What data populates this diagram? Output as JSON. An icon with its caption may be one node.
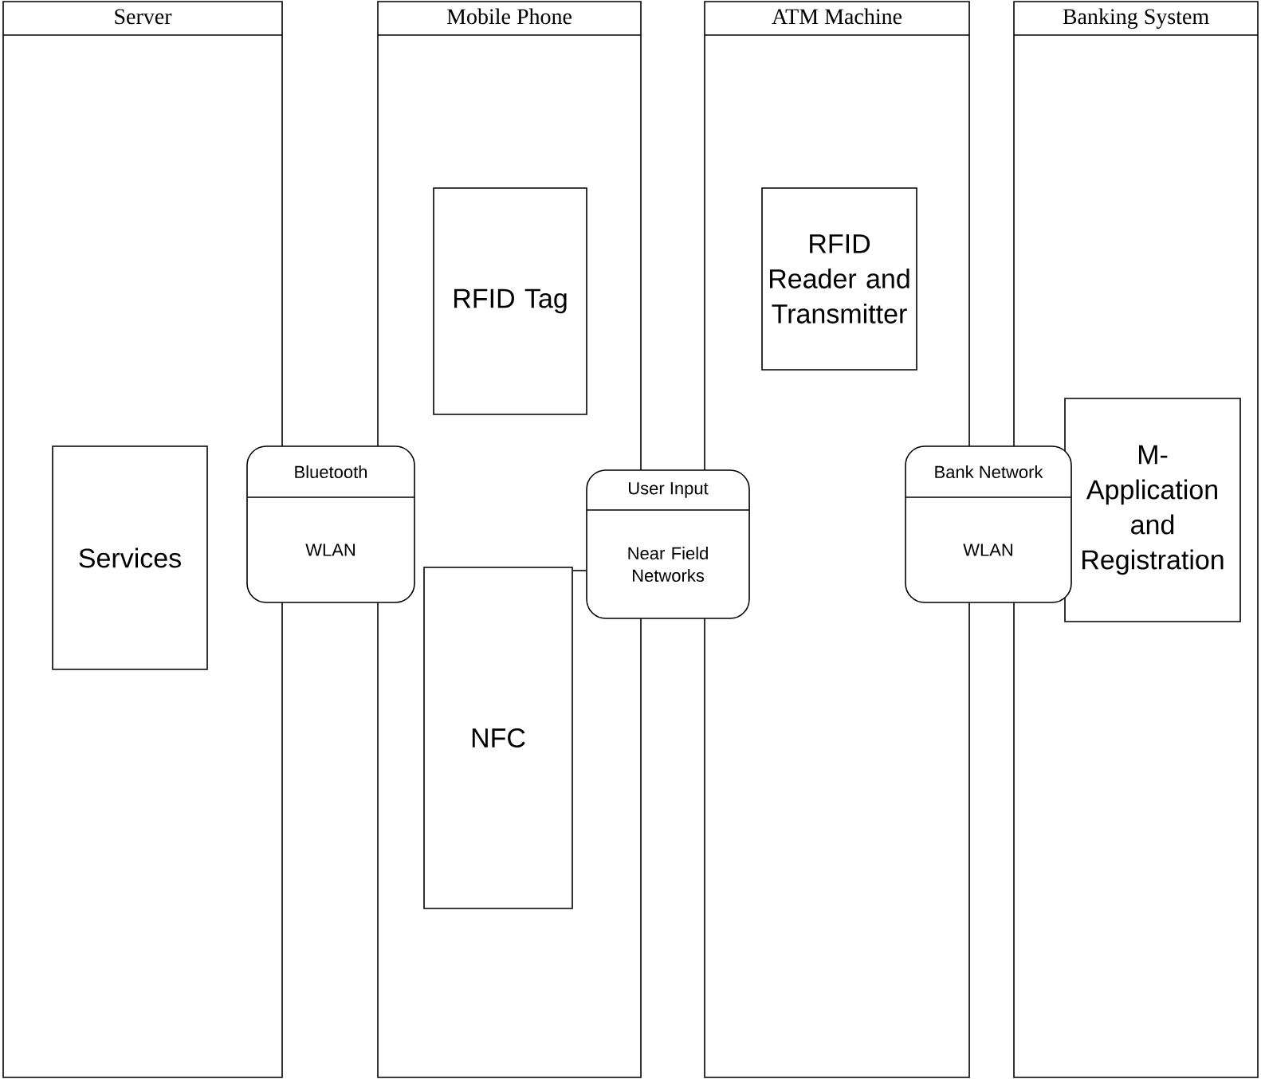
{
  "diagram": {
    "nodes": [
      {
        "text": [
          "Server"
        ]
      },
      {
        "text": [
          "Services"
        ],
        "in": 0
      },
      {
        "text": [
          "Mobile Phone"
        ]
      },
      {
        "text": [
          "RFID Tag"
        ],
        "in": 2
      },
      {
        "text": [
          "NFC"
        ],
        "in": 2
      },
      {
        "text": [
          "ATM Machine"
        ]
      },
      {
        "text": [
          "RFID Reader and Transmitter"
        ],
        "in": 5
      },
      {
        "text": [
          "Banking System"
        ]
      },
      {
        "text": [
          "M-Application and Registration"
        ],
        "in": 7
      },
      {
        "text": [
          "Bluetooth",
          "WLAN"
        ]
      },
      {
        "text": [
          "User Input",
          "Near Field Networks"
        ]
      },
      {
        "text": [
          "Bank Network",
          "WLAN"
        ]
      }
    ],
    "edges": [
      {
        "from": 10,
        "to": 4,
        "arrow": "none"
      }
    ]
  }
}
